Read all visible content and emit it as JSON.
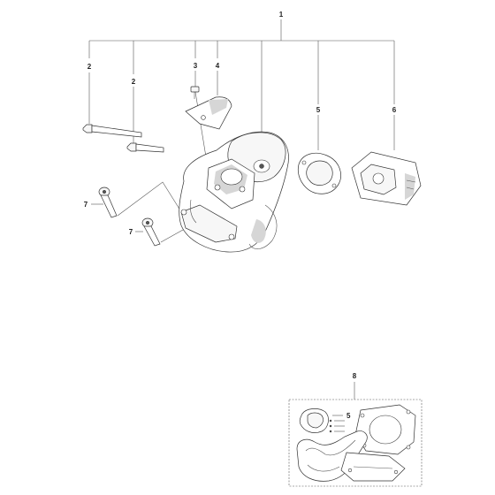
{
  "callouts": {
    "c1": "1",
    "c2a": "2",
    "c2b": "2",
    "c3": "3",
    "c4": "4",
    "c5": "5",
    "c6": "6",
    "c7a": "7",
    "c7b": "7",
    "c8": "8",
    "c8_5": "5"
  },
  "icons": {
    "muffler": "muffler-body-drawing",
    "gasket": "gasket-drawing",
    "spark_arrestor": "spark-arrestor-drawing",
    "gasket_kit": "gasket-kit-drawing"
  }
}
